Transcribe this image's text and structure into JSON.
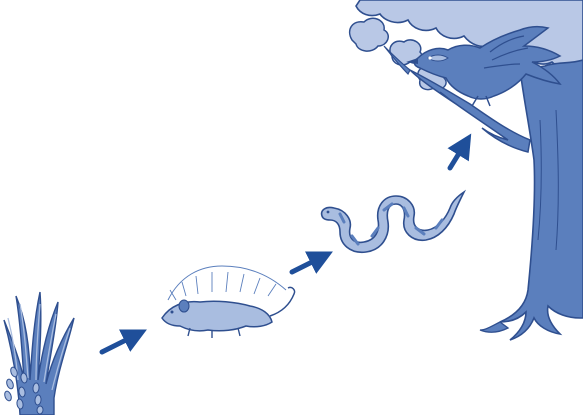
{
  "food_chain": {
    "organisms": [
      {
        "name": "grain-plant",
        "icon": "wheat-plant-icon"
      },
      {
        "name": "mouse",
        "icon": "mouse-icon"
      },
      {
        "name": "snake",
        "icon": "snake-icon"
      },
      {
        "name": "bird",
        "icon": "bird-icon"
      }
    ],
    "arrow_count": 3,
    "colors": {
      "fill": "#5b7fbd",
      "fill_light": "#a9bde0",
      "stroke": "#2f4f8f",
      "arrow": "#1f4f9a",
      "canopy": "#b9c8e6",
      "background": "#ffffff"
    }
  }
}
